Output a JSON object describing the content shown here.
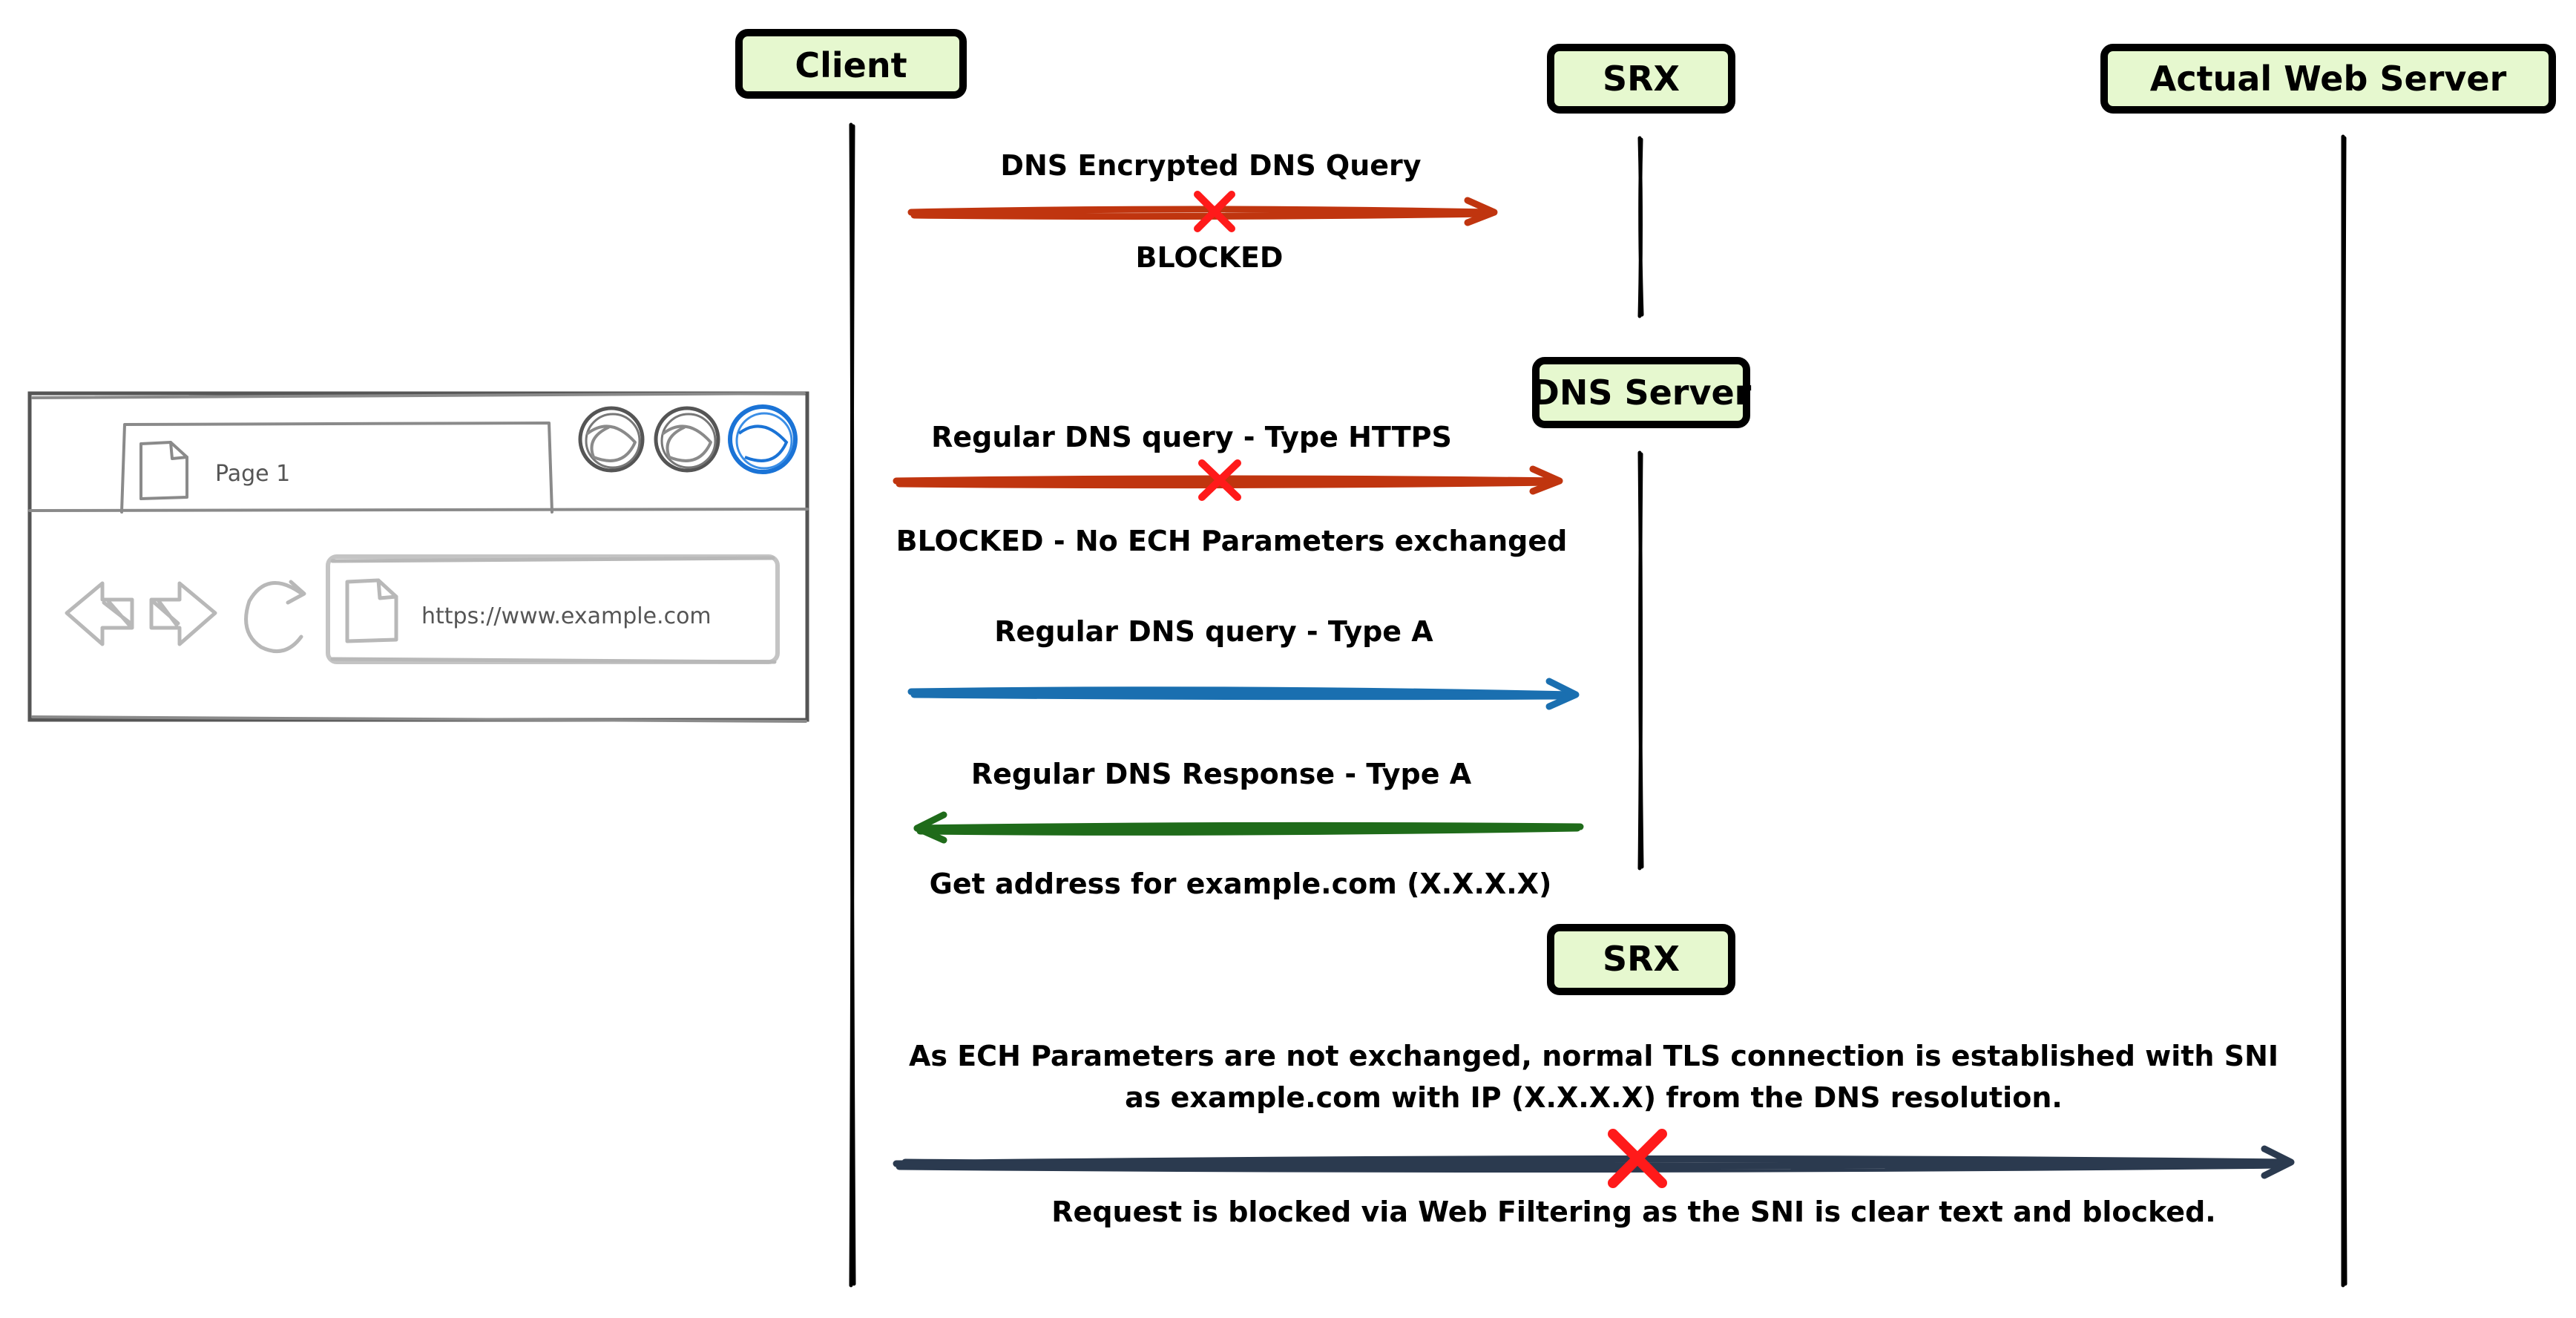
{
  "nodes": {
    "client": "Client",
    "srx_top": "SRX",
    "web_server": "Actual Web Server",
    "dns_server": "DNS Server",
    "srx_bottom": "SRX"
  },
  "messages": {
    "m1": {
      "label": "DNS Encrypted DNS Query",
      "note": "BLOCKED"
    },
    "m2": {
      "label": "Regular DNS query - Type HTTPS",
      "note": "BLOCKED - No ECH Parameters exchanged"
    },
    "m3": {
      "label": "Regular DNS query - Type A"
    },
    "m4": {
      "label": "Regular DNS Response - Type A",
      "note": "Get address for example.com (X.X.X.X)"
    },
    "m5": {
      "label_line1": "As ECH Parameters are not exchanged, normal TLS connection is established with SNI",
      "label_line2": "as example.com with IP (X.X.X.X) from the DNS resolution.",
      "note": "Request is blocked via Web Filtering as the SNI is clear text and blocked."
    }
  },
  "browser": {
    "tab_label": "Page 1",
    "url": "https://www.example.com"
  },
  "colors": {
    "blocked_arrow": "#c0350f",
    "request_arrow": "#1a6fb0",
    "response_arrow": "#1f6b1a",
    "tls_arrow": "#2b3a4f",
    "block_mark": "#ff1a1a",
    "node_fill": "#e6f8cf"
  },
  "icons": {
    "blocked_mark": "red-x-icon",
    "tab_page": "document-icon",
    "back": "back-arrow-icon",
    "forward": "forward-arrow-icon",
    "reload": "reload-icon"
  }
}
